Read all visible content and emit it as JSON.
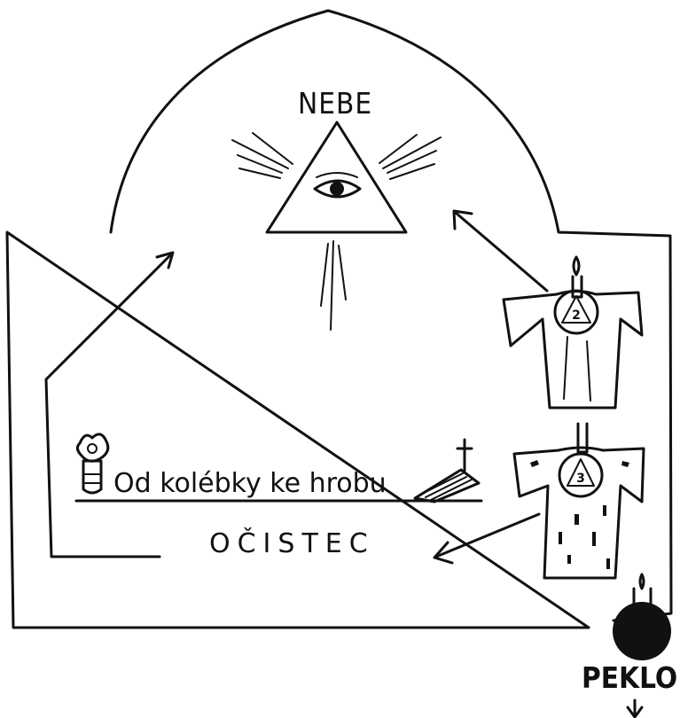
{
  "labels": {
    "heaven": "NEBE",
    "motto": "Od kolébky ke hrobu",
    "purgatory": "OČISTEC",
    "hell": "PEKLO"
  },
  "figures": {
    "upper_robe_number": "2",
    "lower_robe_number": "3"
  },
  "icons": [
    "eye-of-providence-icon",
    "flower-pot-icon",
    "grave-with-cross-icon",
    "robe-figure-icon",
    "candle-icon",
    "black-sphere-icon"
  ],
  "colors": {
    "ink": "#111111",
    "background": "#ffffff"
  }
}
